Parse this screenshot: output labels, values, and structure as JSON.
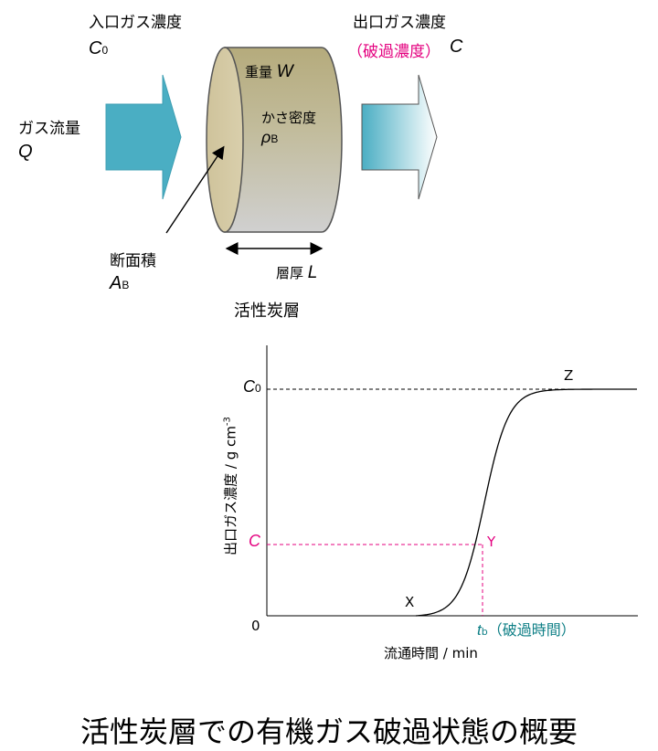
{
  "top_diagram": {
    "inlet_label": "入口ガス濃度",
    "inlet_symbol": "C",
    "inlet_subscript": "0",
    "flow_label": "ガス流量",
    "flow_symbol": "Q",
    "outlet_label": "出口ガス濃度",
    "breakthrough_label": "（破過濃度）",
    "outlet_symbol": "C",
    "weight_label": "重量",
    "weight_symbol": "W",
    "density_label": "かさ密度",
    "density_symbol": "ρ",
    "density_subscript": "B",
    "area_label": "断面積",
    "area_symbol": "A",
    "area_subscript": "B",
    "thickness_label": "層厚",
    "thickness_symbol": "L",
    "bed_label": "活性炭層"
  },
  "chart_data": {
    "type": "line",
    "xlabel": "流通時間 / min",
    "ylabel": "出口ガス濃度 / g cm",
    "ylabel_exponent": "-3",
    "origin_label": "0",
    "y_marks": [
      {
        "symbol": "C",
        "subscript": "0",
        "level": 1.0,
        "color": "#000000"
      },
      {
        "symbol": "C",
        "subscript": "",
        "level": 0.32,
        "color": "#e4007f"
      }
    ],
    "x_marks": [
      {
        "symbol": "t",
        "subscript": "b",
        "suffix": "（破過時間）",
        "color": "#0e7f86"
      }
    ],
    "points": [
      {
        "label": "X",
        "description": "start of breakthrough"
      },
      {
        "label": "Y",
        "description": "breakthrough point"
      },
      {
        "label": "Z",
        "description": "saturation"
      }
    ],
    "curve": "sigmoid",
    "grid": false
  },
  "caption": "活性炭層での有機ガス破過状態の概要",
  "colors": {
    "inlet_arrow": "#4aaec3",
    "magenta": "#e4007f",
    "teal": "#0e7f86",
    "bed_top": "#b6ad80",
    "bed_bottom": "#cfcfcf"
  }
}
